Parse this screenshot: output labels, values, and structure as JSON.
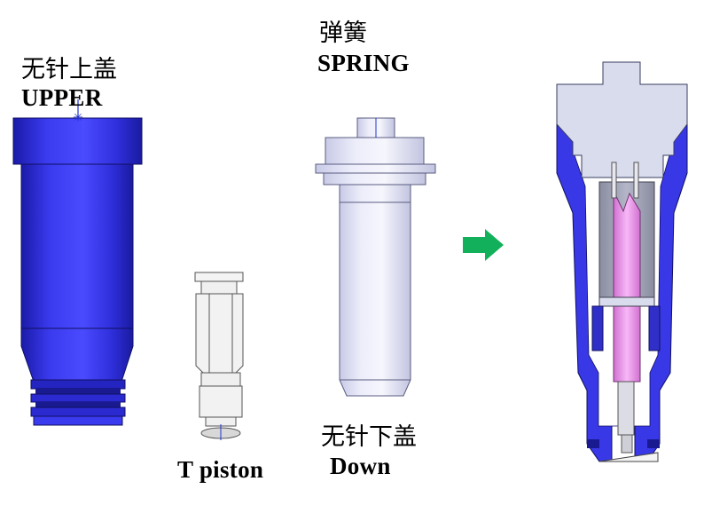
{
  "labels": {
    "upper_zh": "无针上盖",
    "upper_en": "UPPER",
    "spring_zh": "弹簧",
    "spring_en": "SPRING",
    "piston_en": "T piston",
    "down_zh": "无针下盖",
    "down_en": "Down"
  },
  "colors": {
    "upper_body": "#3333dd",
    "spring_body": "#e4e6f8",
    "piston_body": "#f2f2f2",
    "inner_pink": "#ee99ee",
    "arrow": "#12b05a",
    "section_light": "#d8dcec"
  },
  "icons": {
    "arrow": "right-arrow-icon"
  }
}
